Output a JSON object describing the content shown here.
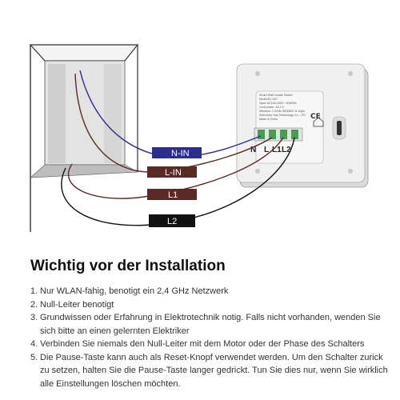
{
  "diagram": {
    "wires": [
      {
        "label": "N-IN",
        "color": "#2b2d8f"
      },
      {
        "label": "L-IN",
        "color": "#5a2a25"
      },
      {
        "label": "L1",
        "color": "#5a2a25"
      },
      {
        "label": "L2",
        "color": "#111111"
      }
    ],
    "terminals": [
      "N",
      "L",
      "L1",
      "L2"
    ],
    "switch_label_lines": [
      "Smart Wall Curtain Switch",
      "Model:EC-007",
      "Input: AC100-240V~ 50/60Hz",
      "Limit power: 4A 1.5",
      "Wireless: 2.4GHz IEEE802.11 b/g/n",
      "Shenzhen Han Technology Co., LTD",
      "Made in China"
    ]
  },
  "title": "Wichtig vor der Installation",
  "steps": [
    {
      "num": "1.",
      "text": "Nur WLAN-fahig, benotigt ein 2,4 GHz Netzwerk"
    },
    {
      "num": "2.",
      "text": "Null-Leiter benotigt"
    },
    {
      "num": "3.",
      "text": "Grundwissen oder Erfahrung in Elektrotechnik notig. Falls nicht vorhanden, wenden Sie sich bitte an einen gelernten Elektriker"
    },
    {
      "num": "4.",
      "text": "Verbinden Sie niemals den Null-Leiter mit dem Motor oder der Phase des Schalters"
    },
    {
      "num": "5.",
      "text": "Die Pause-Taste kann auch als Reset-Knopf verwendet werden. Um den Schalter zurick zu setzen, halten Sie die Pause-Taste langer gedrickt. Tun Sie dies nur, wenn Sie wirklich alle Einstellungen löschen möchten."
    }
  ]
}
